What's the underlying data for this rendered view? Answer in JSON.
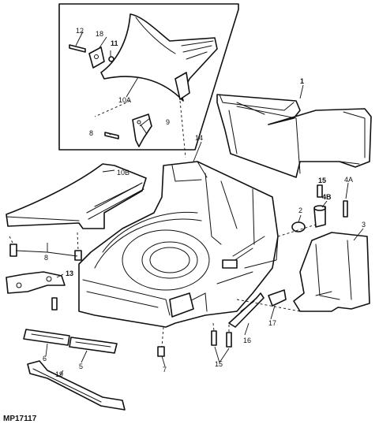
{
  "labels": {
    "l1": "1",
    "l3": "3",
    "l4A": "4A",
    "l4B": "4B",
    "l5": "5",
    "l6": "6",
    "l7": "7",
    "l8_top": "8",
    "l8_left": "8",
    "l9": "9",
    "l10A": "10A",
    "l10B": "10B",
    "l11": "11",
    "l12": "12",
    "l13": "13",
    "l14": "14",
    "l15_mid": "15",
    "l15_bottom": "15",
    "l16": "16",
    "l17": "17",
    "l18": "18",
    "l19": "19",
    "l2": "2"
  },
  "figure_code": "MP17117"
}
